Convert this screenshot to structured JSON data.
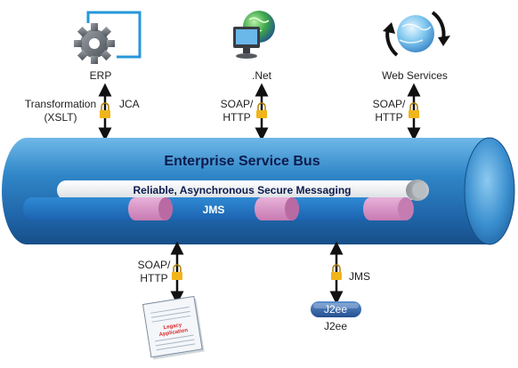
{
  "nodes": {
    "erp": {
      "label": "ERP"
    },
    "dotnet": {
      "label": ".Net"
    },
    "web_services": {
      "label": "Web Services"
    },
    "legacy": {
      "doc_line_1": "Legacy",
      "doc_line_2": "Application"
    },
    "j2ee": {
      "badge": "J2ee",
      "label": "J2ee"
    }
  },
  "connectors": {
    "erp": {
      "left_line_1": "Transformation",
      "left_line_2": "(XSLT)",
      "right": "JCA"
    },
    "dotnet": {
      "left_line_1": "SOAP/",
      "left_line_2": "HTTP"
    },
    "web_services": {
      "left_line_1": "SOAP/",
      "left_line_2": "HTTP"
    },
    "legacy": {
      "left_line_1": "SOAP/",
      "left_line_2": "HTTP"
    },
    "j2ee": {
      "right": "JMS"
    }
  },
  "bus": {
    "title": "Enterprise Service Bus",
    "messaging_label": "Reliable, Asynchronous Secure Messaging",
    "jms_label": "JMS"
  },
  "colors": {
    "bus_blue": "#2f86c7",
    "bus_dark": "#1a5a93",
    "pink_band": "#d58ac0",
    "lock": "#f0b51a",
    "erp_frame": "#2597d9"
  }
}
